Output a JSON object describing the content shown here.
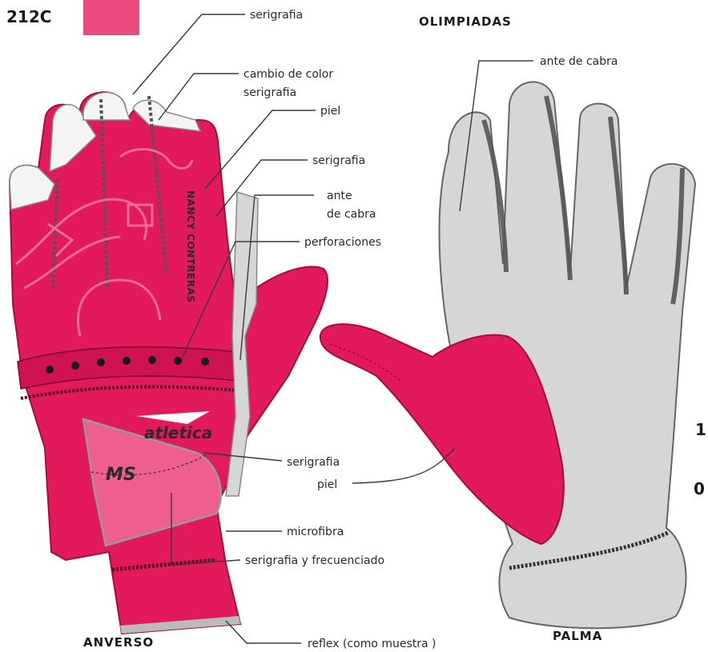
{
  "header": {
    "code": "212C",
    "swatch_color": "#ea4a7e",
    "collection": "OLIMPIADAS"
  },
  "colors": {
    "magenta": "#e2195a",
    "magenta_dark": "#b3103f",
    "pink_panel": "#ef5f8e",
    "grey": "#d6d6d6",
    "grey_dark": "#555555"
  },
  "glove_back": {
    "name_print": "NANCY CONTRERAS",
    "logo_text": "atletica",
    "patch_text": "MS",
    "labels": {
      "serigrafia_1": "serigrafia",
      "cambio_color_1": "cambio de color",
      "cambio_color_2": "serigrafia",
      "piel_1": "piel",
      "serigrafia_2": "serigrafia",
      "ante_1": "ante",
      "ante_2": "de cabra",
      "perforaciones": "perforaciones",
      "serigrafia_3": "serigrafia",
      "piel_2": "piel",
      "microfibra": "microfibra",
      "serigrafia_frecuenciado": "serigrafia y frecuenciado",
      "reflex": "reflex (como muestra )"
    },
    "caption": "ANVERSO"
  },
  "glove_palm": {
    "label_ante": "ante de cabra",
    "caption": "PALMA"
  },
  "side_marks": {
    "top": "1",
    "bottom": "0"
  }
}
